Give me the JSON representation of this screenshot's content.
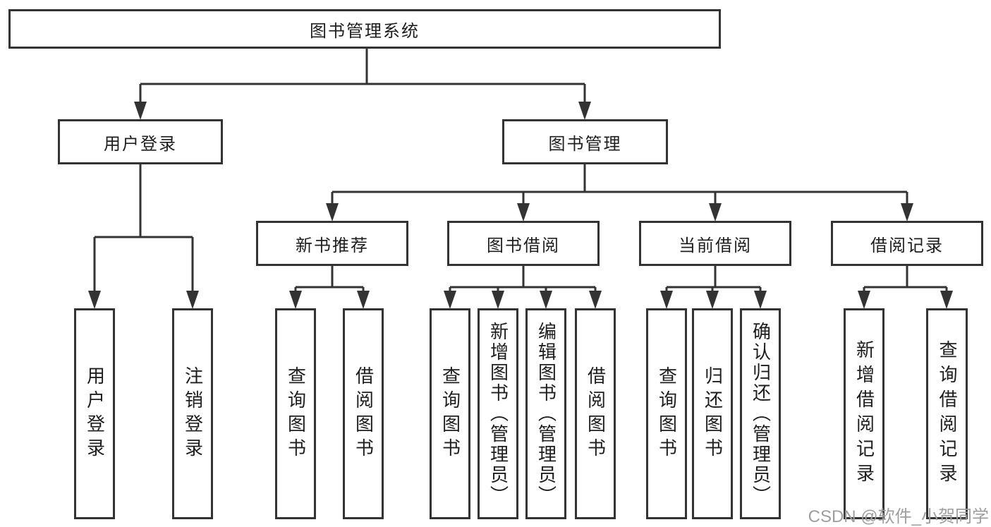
{
  "diagram": {
    "root": {
      "label": "图书管理系统"
    },
    "level2": [
      {
        "label": "用户登录"
      },
      {
        "label": "图书管理"
      }
    ],
    "level3": [
      {
        "label": "新书推荐"
      },
      {
        "label": "图书借阅"
      },
      {
        "label": "当前借阅"
      },
      {
        "label": "借阅记录"
      }
    ],
    "leaves": {
      "login": [
        "用户登录",
        "注销登录"
      ],
      "newbook": [
        "查询图书",
        "借阅图书"
      ],
      "borrow": [
        "查询图书",
        "新增图书（管理员）",
        "编辑图书（管理员）",
        "借阅图书"
      ],
      "current": [
        "查询图书",
        "归还图书",
        "确认归还（管理员）"
      ],
      "records": [
        "新增借阅记录",
        "查询借阅记录"
      ]
    }
  },
  "watermark": {
    "text": "CSDN @软件_小贺同学"
  },
  "colors": {
    "line": "#333333",
    "text": "#1e1e1e",
    "watermark": "#9e9e9e",
    "background": "#ffffff"
  }
}
